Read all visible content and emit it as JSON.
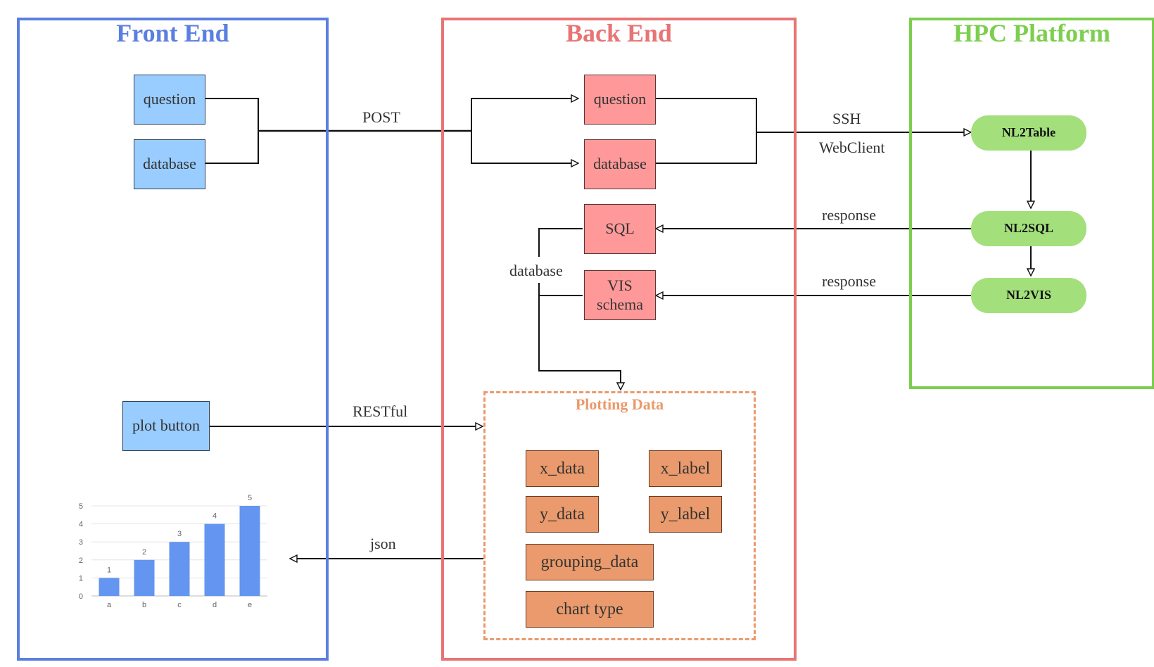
{
  "panels": {
    "front_end": {
      "title": "Front End",
      "color": "#5b7fe0"
    },
    "back_end": {
      "title": "Back End",
      "color": "#e87474"
    },
    "hpc": {
      "title": "HPC Platform",
      "color": "#7ccf4e"
    }
  },
  "front_end": {
    "question": "question",
    "database": "database",
    "plot_button": "plot button"
  },
  "back_end": {
    "question": "question",
    "database": "database",
    "sql": "SQL",
    "vis_schema_line1": "VIS",
    "vis_schema_line2": "schema",
    "database_label": "database",
    "plotting_data": {
      "title": "Plotting Data",
      "items": {
        "x_data": "x_data",
        "x_label": "x_label",
        "y_data": "y_data",
        "y_label": "y_label",
        "grouping_data": "grouping_data",
        "chart_type": "chart type"
      }
    }
  },
  "hpc": {
    "nl2table": "NL2Table",
    "nl2sql": "NL2SQL",
    "nl2vis": "NL2VIS"
  },
  "edges": {
    "post": "POST",
    "ssh": "SSH",
    "webclient": "WebClient",
    "response_sql": "response",
    "response_vis": "response",
    "restful": "RESTful",
    "json": "json"
  },
  "chart_data": {
    "type": "bar",
    "categories": [
      "a",
      "b",
      "c",
      "d",
      "e"
    ],
    "values": [
      1,
      2,
      3,
      4,
      5
    ],
    "ylim": [
      0,
      5
    ],
    "yticks": [
      0,
      1,
      2,
      3,
      4,
      5
    ],
    "bar_color": "#6495f0",
    "grid": true
  }
}
